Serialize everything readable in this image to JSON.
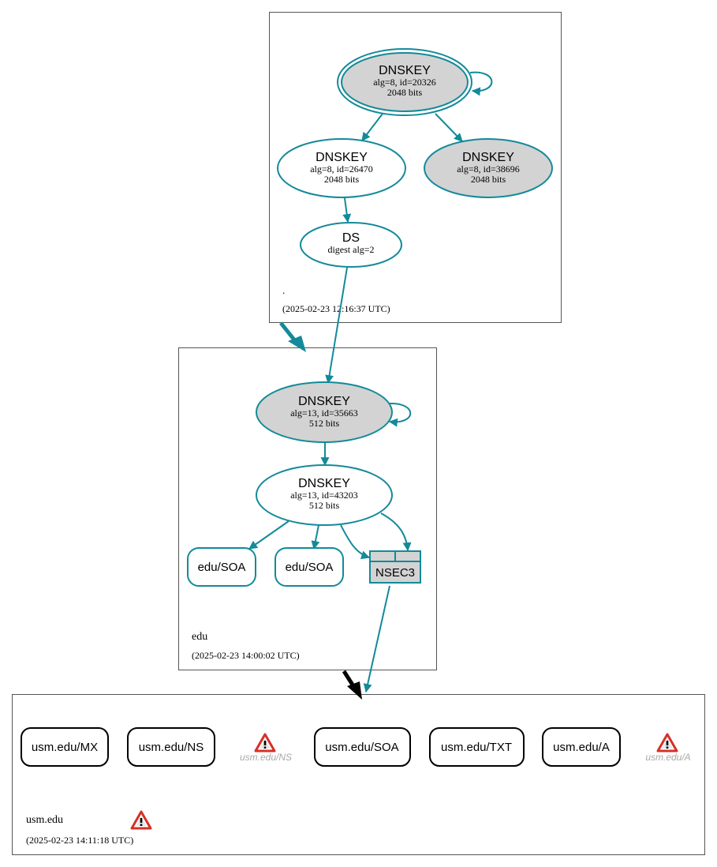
{
  "colors": {
    "edge": "#138a99",
    "node_stroke": "#138a99",
    "node_fill_gray": "#d3d3d3",
    "zone_border": "#555555",
    "black": "#000000",
    "warning": "#d73027",
    "warning_label": "#a9a9a9"
  },
  "zones": {
    "root": {
      "name": ".",
      "timestamp": "(2025-02-23 12:16:37 UTC)"
    },
    "edu": {
      "name": "edu",
      "timestamp": "(2025-02-23 14:00:02 UTC)"
    },
    "usm": {
      "name": "usm.edu",
      "timestamp": "(2025-02-23 14:11:18 UTC)"
    }
  },
  "nodes": {
    "root_ksk": {
      "title": "DNSKEY",
      "line1": "alg=8, id=20326",
      "line2": "2048 bits"
    },
    "root_zsk1": {
      "title": "DNSKEY",
      "line1": "alg=8, id=26470",
      "line2": "2048 bits"
    },
    "root_zsk2": {
      "title": "DNSKEY",
      "line1": "alg=8, id=38696",
      "line2": "2048 bits"
    },
    "root_ds": {
      "title": "DS",
      "line1": "digest alg=2"
    },
    "edu_ksk": {
      "title": "DNSKEY",
      "line1": "alg=13, id=35663",
      "line2": "512 bits"
    },
    "edu_zsk": {
      "title": "DNSKEY",
      "line1": "alg=13, id=43203",
      "line2": "512 bits"
    },
    "edu_soa1": {
      "label": "edu/SOA"
    },
    "edu_soa2": {
      "label": "edu/SOA"
    },
    "edu_nsec3": {
      "label": "NSEC3"
    }
  },
  "rrsets": [
    {
      "label": "usm.edu/MX"
    },
    {
      "label": "usm.edu/NS"
    },
    {
      "label": "usm.edu/SOA"
    },
    {
      "label": "usm.edu/TXT"
    },
    {
      "label": "usm.edu/A"
    }
  ],
  "warnings": {
    "ns": {
      "label": "usm.edu/NS"
    },
    "a": {
      "label": "usm.edu/A"
    }
  }
}
